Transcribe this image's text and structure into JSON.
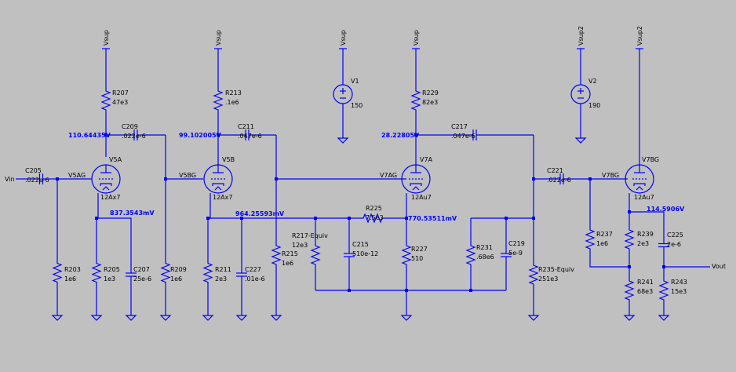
{
  "colors": {
    "background": "#c0c0c0",
    "wire": "#0000ff",
    "text": "#000000",
    "voltage_label": "#0000ff"
  },
  "supplies": {
    "vsup": "Vsup",
    "vsup2": "Vsup2"
  },
  "sources": [
    {
      "ref": "V1",
      "value": "150"
    },
    {
      "ref": "V2",
      "value": "190"
    }
  ],
  "tubes": [
    {
      "ref": "V5A",
      "type": "12Ax7"
    },
    {
      "ref": "V5B",
      "type": "12Ax7"
    },
    {
      "ref": "V7A",
      "type": "12Au7"
    },
    {
      "ref": "V7BG",
      "type": "12Au7"
    }
  ],
  "nets": {
    "in": "Vin",
    "out": "Vout",
    "v5ag": "V5AG",
    "v5bg": "V5BG",
    "v7ag": "V7AG",
    "v7bg": "V7BG"
  },
  "voltages": [
    "110.64435V",
    "837.3543mV",
    "99.102005V",
    "964.25593mV",
    "28.22805V",
    "770.53511mV",
    "114.5906V"
  ],
  "components": [
    {
      "ref": "R207",
      "value": "47e3"
    },
    {
      "ref": "C209",
      "value": ".022e-6"
    },
    {
      "ref": "C205",
      "value": ".022e-6"
    },
    {
      "ref": "R203",
      "value": "1e6"
    },
    {
      "ref": "R205",
      "value": "1e3"
    },
    {
      "ref": "C207",
      "value": "25e-6"
    },
    {
      "ref": "R209",
      "value": "1e6"
    },
    {
      "ref": "R213",
      "value": ".1e6"
    },
    {
      "ref": "C211",
      "value": ".047e-6"
    },
    {
      "ref": "R211",
      "value": "2e3"
    },
    {
      "ref": "C227",
      "value": ".01e-6"
    },
    {
      "ref": "R215",
      "value": "1e6"
    },
    {
      "ref": "R217-Equiv",
      "value": "12e3"
    },
    {
      "ref": "C215",
      "value": "510e-12"
    },
    {
      "ref": "R225",
      "value": "7.5e3"
    },
    {
      "ref": "R229",
      "value": "82e3"
    },
    {
      "ref": "C217",
      "value": ".047e-6"
    },
    {
      "ref": "R227",
      "value": "510"
    },
    {
      "ref": "R231",
      "value": ".68e6"
    },
    {
      "ref": "C219",
      "value": "5e-9"
    },
    {
      "ref": "R235-Equiv",
      "value": "251e3"
    },
    {
      "ref": "C221",
      "value": ".022e-6"
    },
    {
      "ref": "R237",
      "value": "1e6"
    },
    {
      "ref": "R239",
      "value": "2e3"
    },
    {
      "ref": "C225",
      "value": "2e-6"
    },
    {
      "ref": "R241",
      "value": "68e3"
    },
    {
      "ref": "R243",
      "value": "15e3"
    }
  ]
}
